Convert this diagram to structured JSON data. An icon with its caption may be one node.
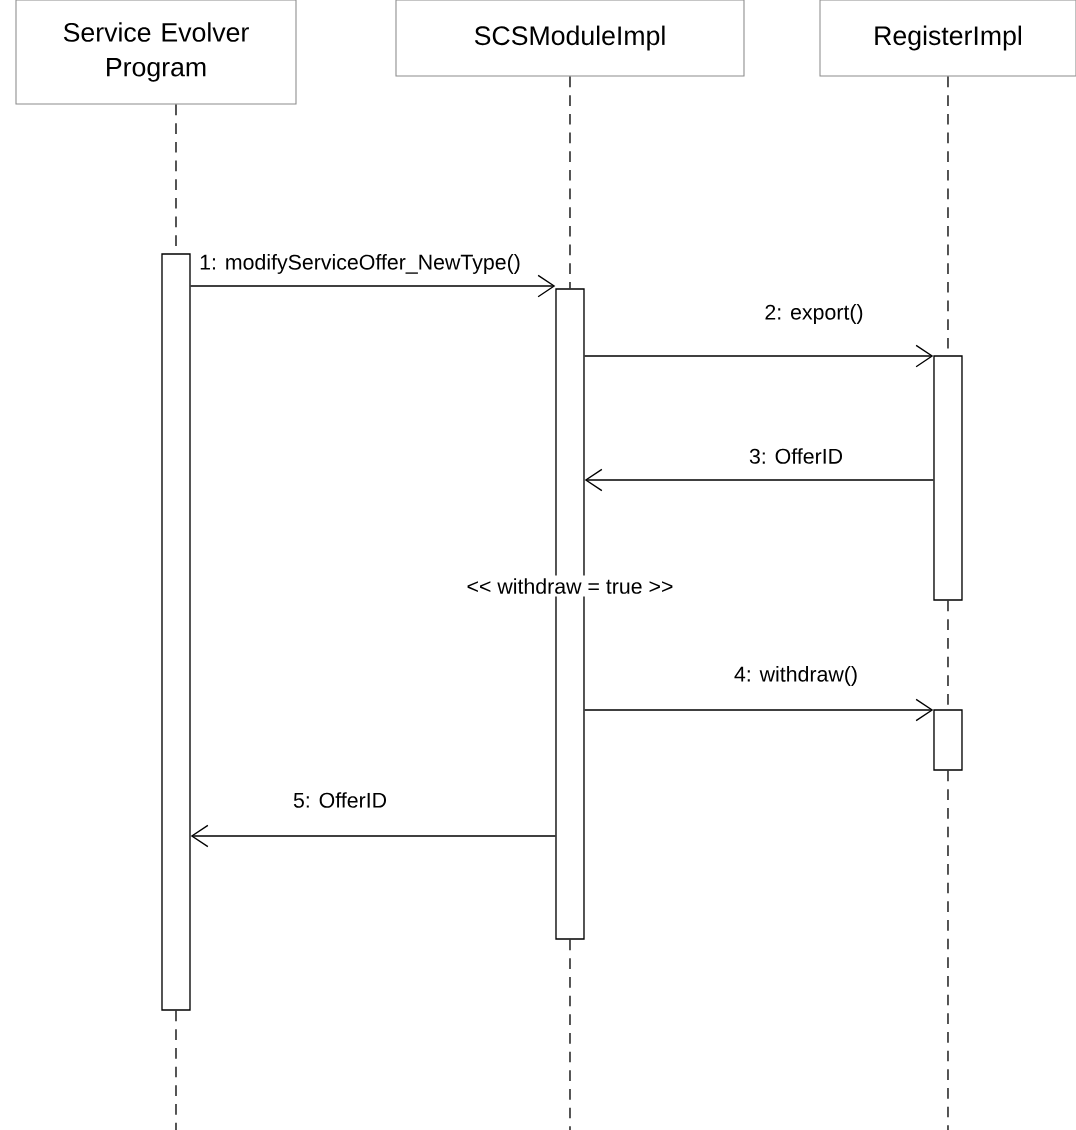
{
  "diagram": {
    "nodes": [
      {
        "text": [
          "Service Evolver Program"
        ]
      },
      {
        "text": [
          "SCSModuleImpl"
        ]
      },
      {
        "text": [
          "RegisterImpl"
        ]
      },
      {
        "text": [],
        "shape": "bar"
      },
      {
        "text": [],
        "shape": "bar"
      },
      {
        "text": [],
        "shape": "bar"
      },
      {
        "text": [],
        "shape": "bar"
      }
    ],
    "edges": [
      {
        "from": 0,
        "to": 3,
        "arrow": "none",
        "style": "dashed"
      },
      {
        "from": 1,
        "to": 4,
        "arrow": "none",
        "style": "dashed"
      },
      {
        "from": 2,
        "to": 5,
        "arrow": "none",
        "style": "dashed"
      },
      {
        "from": 5,
        "to": 6,
        "arrow": "none",
        "style": "dashed"
      },
      {
        "from": 3,
        "to": null,
        "arrow": "none",
        "style": "dashed"
      },
      {
        "from": 4,
        "to": null,
        "arrow": "none",
        "style": "dashed"
      },
      {
        "from": 6,
        "to": null,
        "arrow": "none",
        "style": "dashed"
      },
      {
        "from": 3,
        "to": 4,
        "arrow": "to",
        "label": "1: modifyServiceOffer_NewType()"
      },
      {
        "from": 4,
        "to": 5,
        "arrow": "to",
        "label": "2: export()"
      },
      {
        "from": 5,
        "to": 4,
        "arrow": "to",
        "label": "3: OfferID"
      },
      {
        "from": 4,
        "to": 6,
        "arrow": "to",
        "label": "4: withdraw()"
      },
      {
        "from": 4,
        "to": 3,
        "arrow": "to",
        "label": "5: OfferID"
      }
    ],
    "labels": [
      "<< withdraw = true >>"
    ]
  }
}
